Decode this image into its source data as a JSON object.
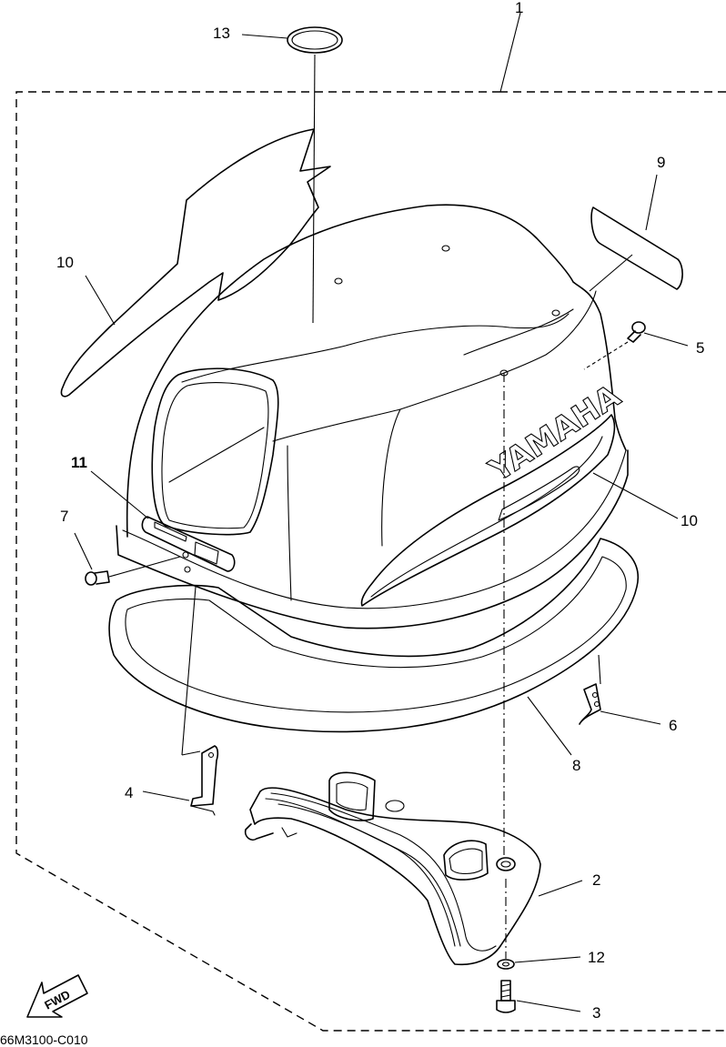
{
  "callouts": {
    "c1": "1",
    "c2": "2",
    "c3": "3",
    "c4": "4",
    "c5": "5",
    "c6": "6",
    "c7": "7",
    "c8": "8",
    "c9": "9",
    "c10a": "10",
    "c10b": "10",
    "c11": "11",
    "c12": "12",
    "c13": "13"
  },
  "decal": {
    "brand_text": "YAMAHA",
    "fwd_text": "FWD"
  },
  "drawing_code": "66M3100-C010"
}
